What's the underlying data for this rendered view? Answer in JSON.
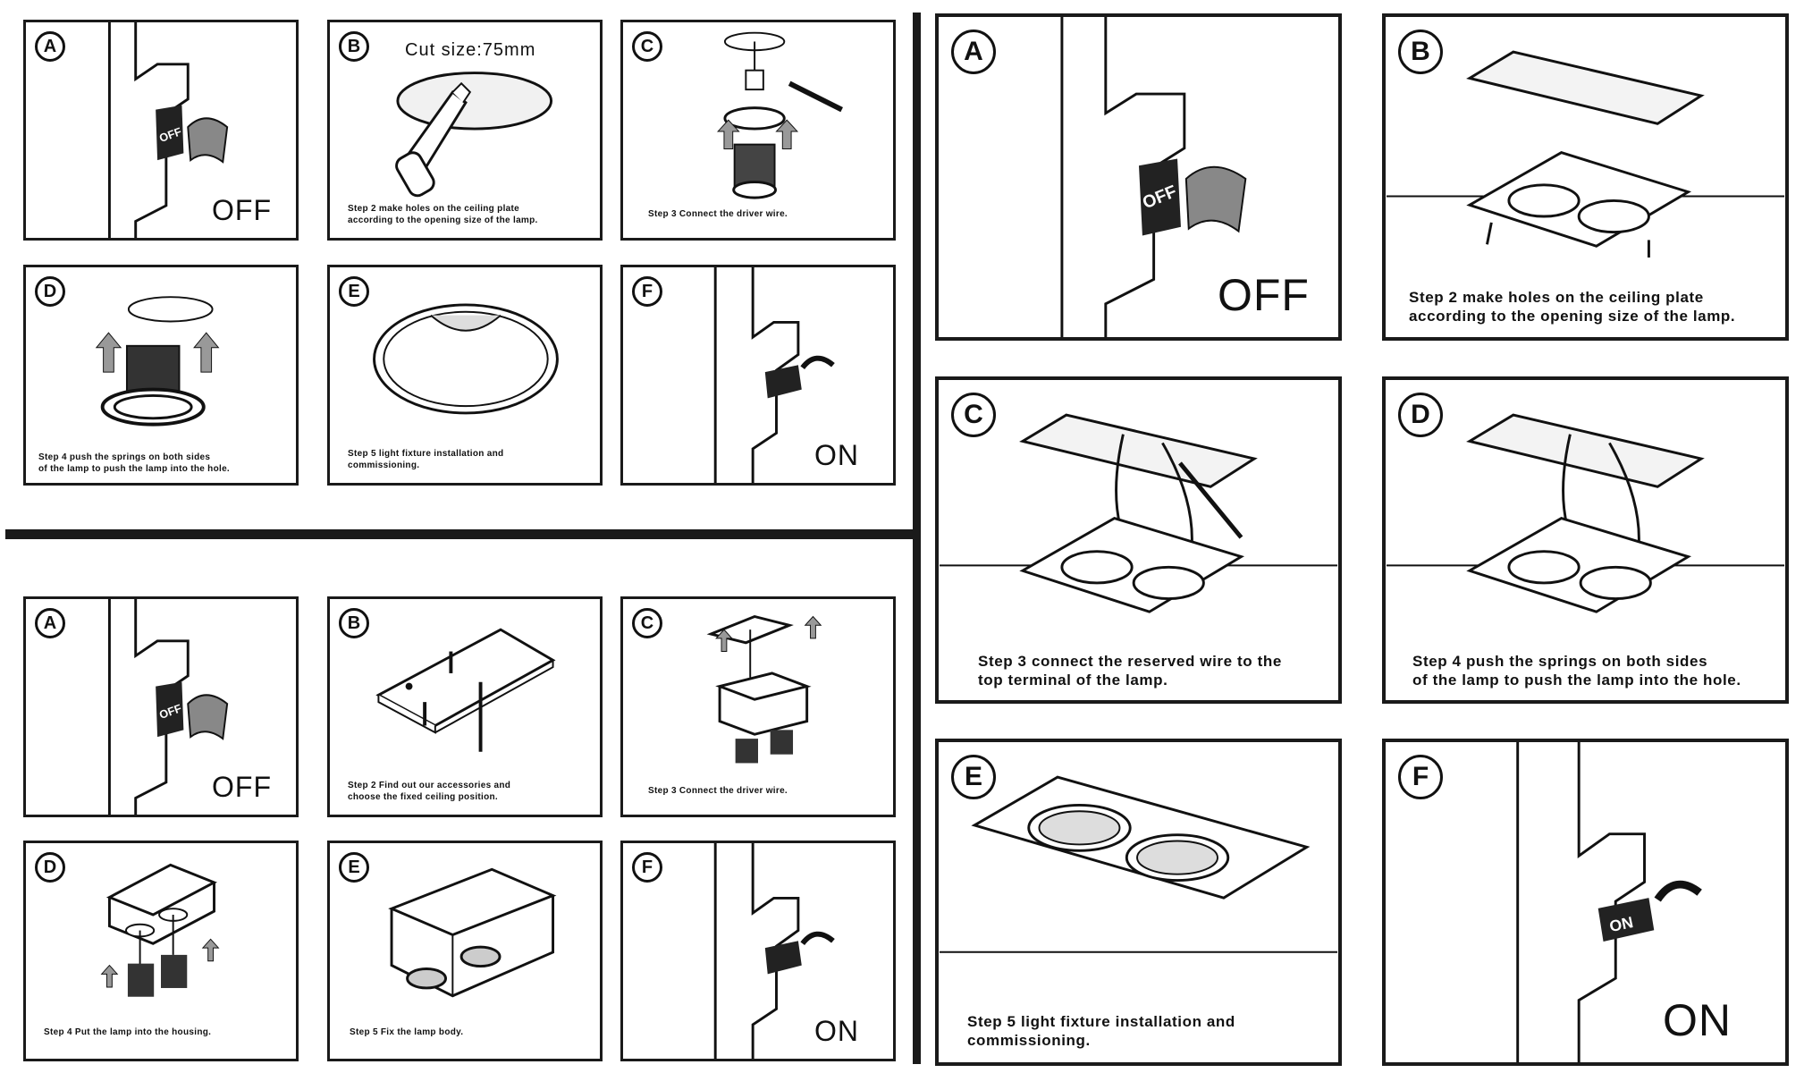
{
  "small_set_1": {
    "a": {
      "letter": "A",
      "word": "OFF"
    },
    "b": {
      "letter": "B",
      "cut_size": "Cut size:75mm",
      "caption_1": "Step 2 make holes on the ceiling plate",
      "caption_2": "according to the opening size of the lamp."
    },
    "c": {
      "letter": "C",
      "caption_1": "Step 3 Connect the driver wire."
    },
    "d": {
      "letter": "D",
      "caption_1": "Step 4 push the springs on both sides",
      "caption_2": "of the lamp to push the lamp into the hole."
    },
    "e": {
      "letter": "E",
      "caption_1": "Step 5 light fixture installation and",
      "caption_2": "commissioning."
    },
    "f": {
      "letter": "F",
      "word": "ON"
    }
  },
  "small_set_2": {
    "a": {
      "letter": "A",
      "word": "OFF"
    },
    "b": {
      "letter": "B",
      "caption_1": "Step 2 Find out our accessories and",
      "caption_2": "choose the fixed ceiling position."
    },
    "c": {
      "letter": "C",
      "caption_1": "Step 3 Connect the driver wire."
    },
    "d": {
      "letter": "D",
      "caption_1": "Step 4 Put the lamp into the housing."
    },
    "e": {
      "letter": "E",
      "caption_1": "Step 5 Fix the lamp body."
    },
    "f": {
      "letter": "F",
      "word": "ON"
    }
  },
  "large_set": {
    "a": {
      "letter": "A",
      "word": "OFF"
    },
    "b": {
      "letter": "B",
      "caption_1": "Step 2 make holes on the ceiling plate",
      "caption_2": "according to the opening size of the lamp."
    },
    "c": {
      "letter": "C",
      "caption_1": "Step 3 connect the reserved wire to the",
      "caption_2": "top terminal of the lamp."
    },
    "d": {
      "letter": "D",
      "caption_1": "Step 4 push the springs on both sides",
      "caption_2": "of the lamp to push the lamp into the hole."
    },
    "e": {
      "letter": "E",
      "caption_1": "Step 5 light fixture installation and",
      "caption_2": "commissioning."
    },
    "f": {
      "letter": "F",
      "word": "ON"
    }
  },
  "switch_labels": {
    "off": "OFF",
    "on": "ON"
  }
}
